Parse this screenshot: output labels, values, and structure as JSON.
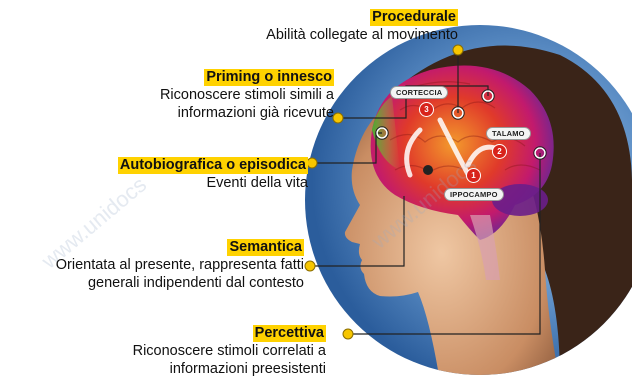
{
  "categories": [
    {
      "key": "procedurale",
      "title": "Procedurale",
      "lines": [
        "Abilità collegate al movimento"
      ]
    },
    {
      "key": "priming",
      "title": "Priming o innesco",
      "lines": [
        "Riconoscere stimoli simili a",
        "informazioni già ricevute"
      ]
    },
    {
      "key": "autobiografica",
      "title": "Autobiografica o episodica",
      "lines": [
        "Eventi della vita"
      ]
    },
    {
      "key": "semantica",
      "title": "Semantica",
      "lines": [
        "Orientata al presente, rappresenta fatti",
        "generali indipendenti dal contesto"
      ]
    },
    {
      "key": "percettiva",
      "title": "Percettiva",
      "lines": [
        "Riconoscere stimoli correlati a",
        "informazioni preesistenti"
      ]
    }
  ],
  "brain_labels": {
    "corteccia": "CORTECCIA",
    "talamo": "TALAMO",
    "ippocampo": "IPPOCAMPO"
  },
  "markers": {
    "one": "1",
    "two": "2",
    "three": "3"
  },
  "watermark": "www.unidocs",
  "colors": {
    "highlight": "#ffd200",
    "line": "#222222",
    "marker": "#d8231b",
    "sky": "#6f9fd0"
  }
}
